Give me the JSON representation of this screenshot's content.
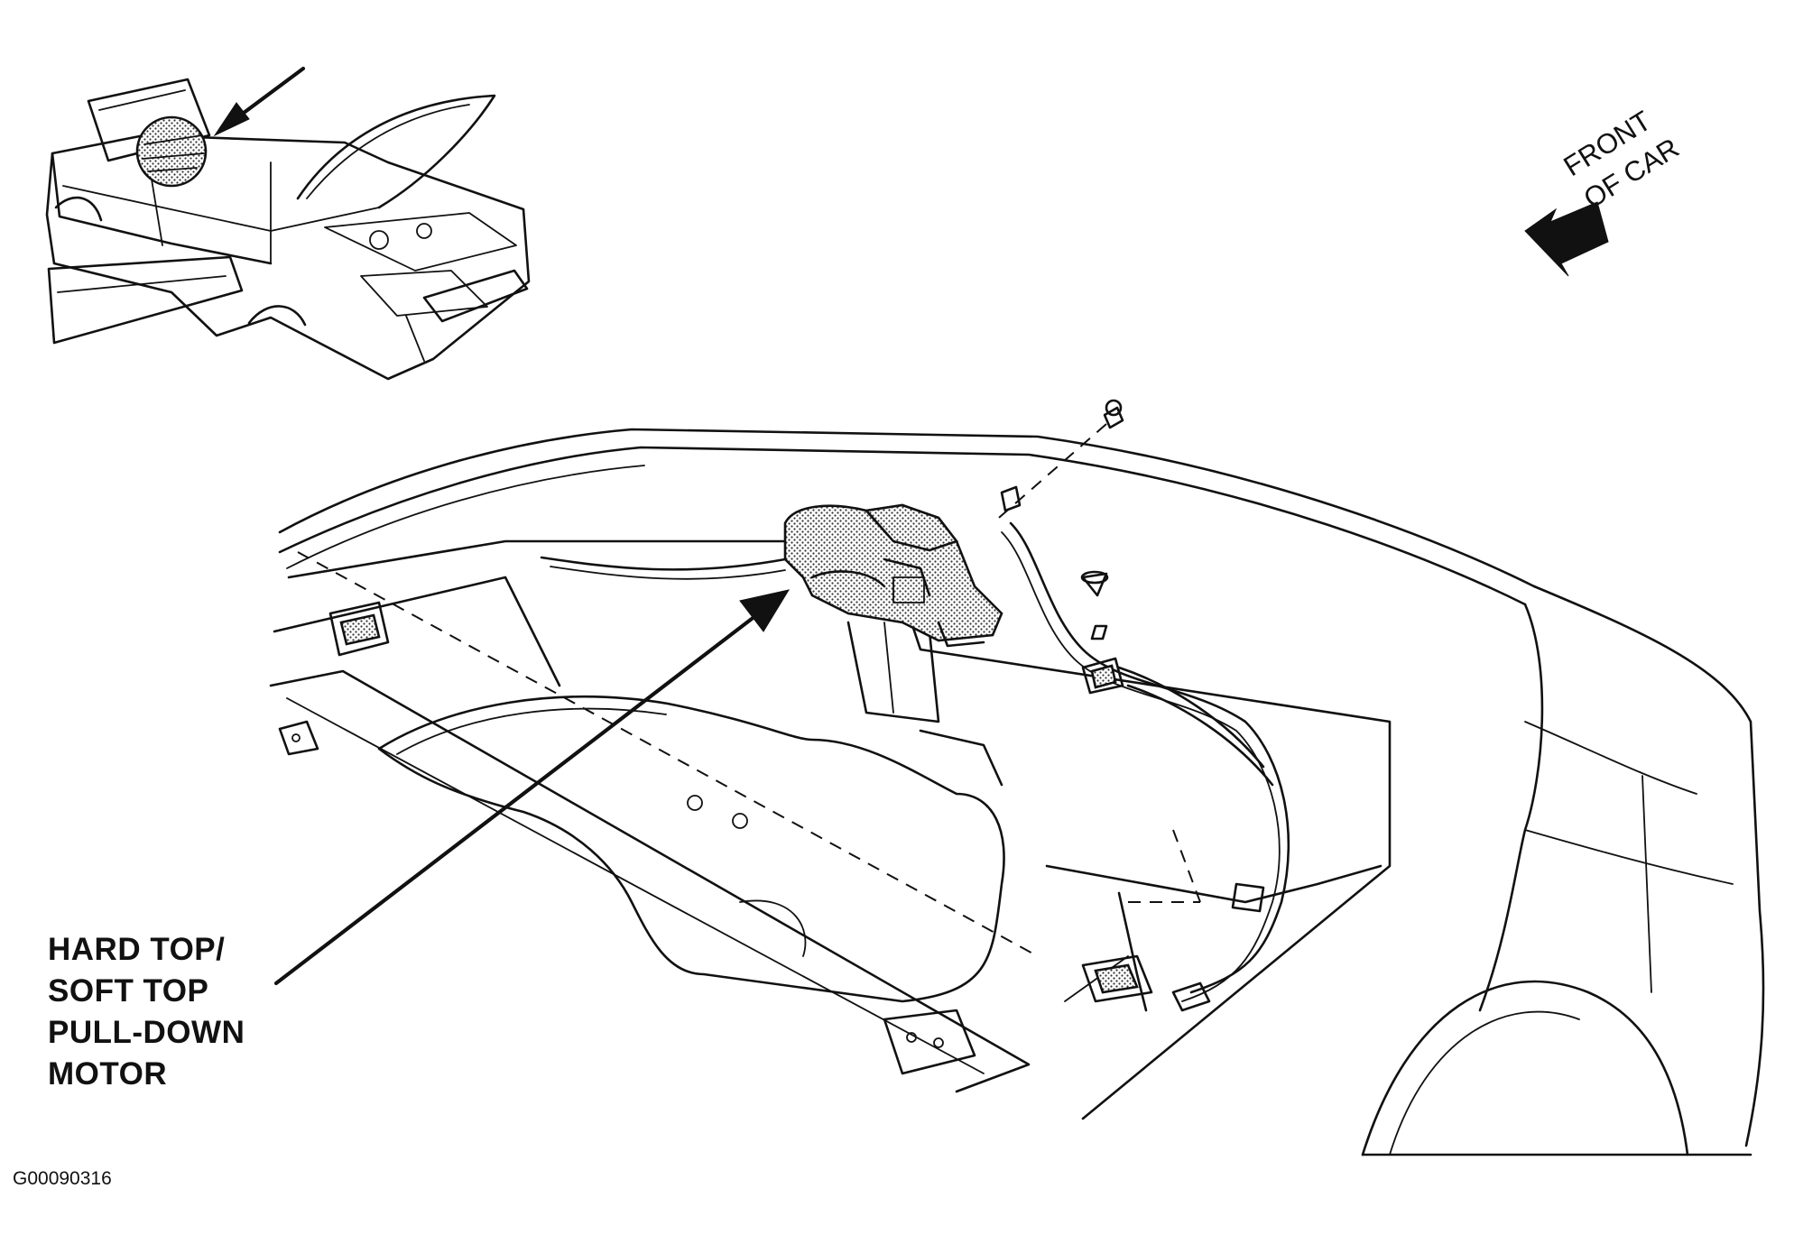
{
  "figure": {
    "callout": {
      "lines": [
        "HARD TOP/",
        "SOFT TOP",
        "PULL-DOWN",
        "MOTOR"
      ]
    },
    "orientation": {
      "lines": [
        "FRONT",
        "OF CAR"
      ]
    },
    "figure_code": "G00090316"
  }
}
